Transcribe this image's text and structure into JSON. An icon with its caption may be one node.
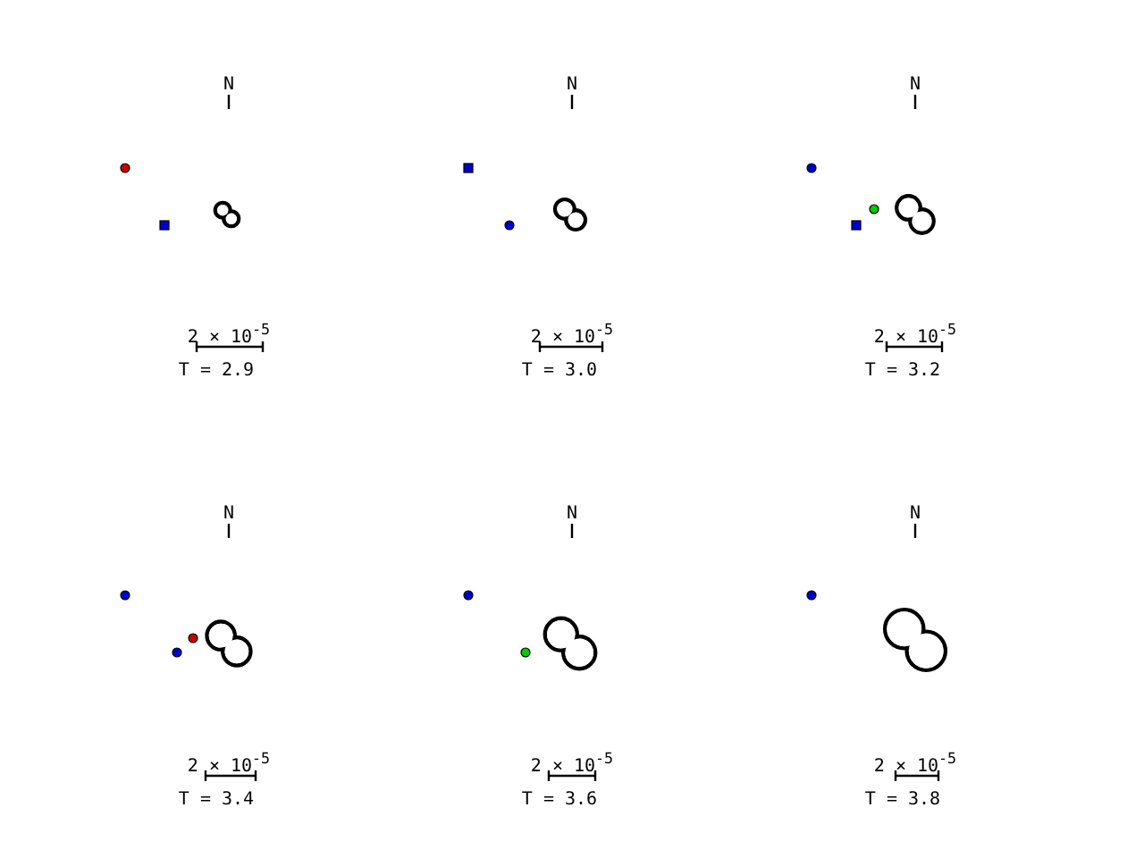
{
  "diagram": {
    "labels": [
      "N",
      "N",
      "N",
      "2 × 10$^{-5}$",
      "2 × 10$^{-5}$",
      "2 × 10$^{-5}$",
      "T = 2.9",
      "T = 3.0",
      "T = 3.2",
      "N",
      "N",
      "N",
      "2 × 10$^{-5}$",
      "2 × 10$^{-5}$",
      "2 × 10$^{-5}$",
      "T = 3.4",
      "T = 3.6",
      "T = 3.8"
    ]
  }
}
